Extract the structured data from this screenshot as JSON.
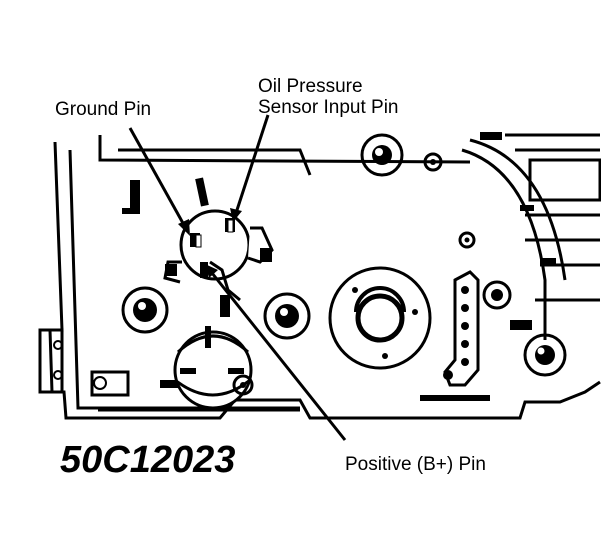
{
  "labels": {
    "ground_pin": "Ground Pin",
    "oil_line1": "Oil Pressure",
    "oil_line2": "Sensor Input Pin",
    "positive_pin": "Positive (B+) Pin"
  },
  "figure_code": "50C12023",
  "colors": {
    "ink": "#000000",
    "paper": "#ffffff"
  }
}
